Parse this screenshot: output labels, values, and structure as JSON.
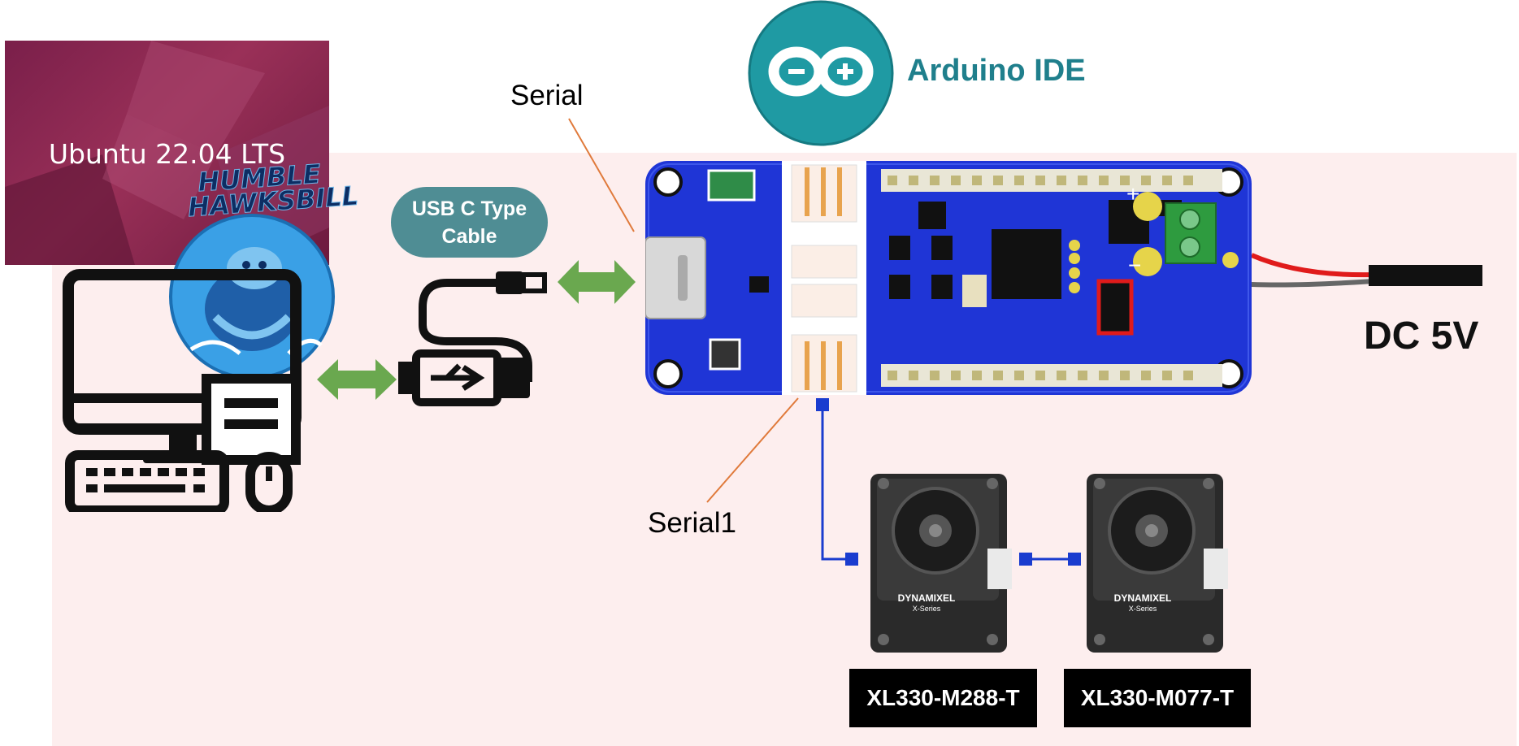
{
  "os": {
    "title": "Ubuntu 22.04 LTS",
    "ros_distro": "HUMBLE HAWKSBILL"
  },
  "ide": {
    "name": "Arduino IDE"
  },
  "cable": {
    "line1": "USB C Type",
    "line2": "Cable"
  },
  "ports": {
    "serial": "Serial",
    "serial1": "Serial1"
  },
  "power": {
    "label": "DC 5V"
  },
  "servos": [
    {
      "brand": "DYNAMIXEL",
      "series": "X-Series",
      "model": "XL330-M288-T"
    },
    {
      "brand": "DYNAMIXEL",
      "series": "X-Series",
      "model": "XL330-M077-T"
    }
  ],
  "colors": {
    "arrow": "#6aa84f",
    "board": "#1f35d6",
    "leader_line": "#e07a3b",
    "bus_line": "#1a3ccf",
    "cable_pill": "#4f8d94",
    "arduino": "#1f7f8c"
  }
}
